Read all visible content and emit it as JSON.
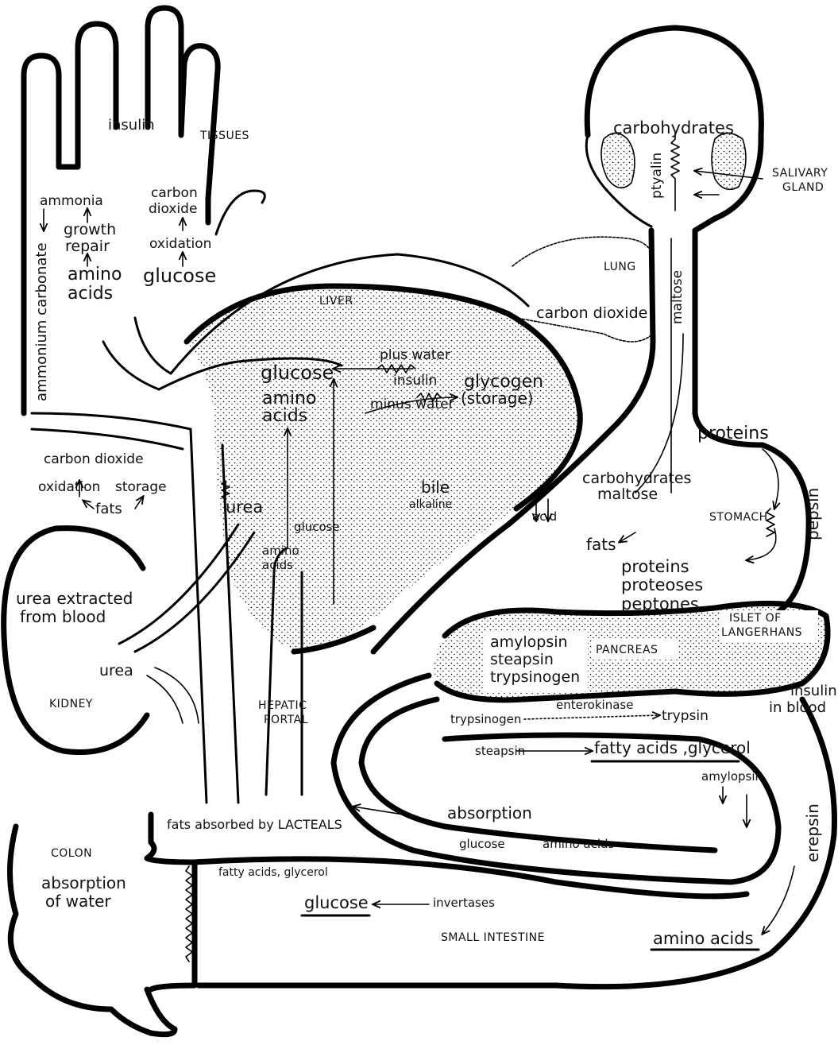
{
  "hand": {
    "insulin": "insulin",
    "tissues": "TISSUES",
    "ammonia": "ammonia",
    "growth": "growth",
    "repair": "repair",
    "amino": "amino",
    "acids": "acids",
    "carbon": "carbon",
    "dioxide": "dioxide",
    "oxidation": "oxidation",
    "glucose": "glucose",
    "ammonium_carbonate": "ammonium carbonate"
  },
  "head": {
    "carbohydrates": "carbohydrates",
    "ptyalin": "ptyalin",
    "salivary": "SALIVARY",
    "gland": "GLAND",
    "maltose": "maltose"
  },
  "lung": {
    "label": "LUNG",
    "carbon_dioxide": "carbon dioxide"
  },
  "liver": {
    "label": "LIVER",
    "plus_water": "plus water",
    "insulin": "insulin",
    "minus_water": "minus water",
    "glucose": "glucose",
    "glycogen": "glycogen",
    "storage": "(storage)",
    "amino": "amino",
    "acids": "acids",
    "urea": "urea",
    "bile": "bile",
    "alkaline": "alkaline",
    "glucose_small": "glucose",
    "amino_small": "amino",
    "acids_small": "acids"
  },
  "fat_tissue": {
    "carbon_dioxide": "carbon dioxide",
    "oxidation": "oxidation",
    "storage": "storage",
    "fats": "fats"
  },
  "kidney": {
    "urea_extracted": "urea extracted",
    "from_blood": "from blood",
    "urea": "urea",
    "label": "KIDNEY"
  },
  "portal": {
    "hepatic": "HEPATIC",
    "portal": "PORTAL"
  },
  "stomach": {
    "proteins": "proteins",
    "carbohydrates": "carbohydrates",
    "maltose": "maltose",
    "acid": "acid",
    "fats": "fats",
    "label": "STOMACH",
    "pepsin": "pepsin",
    "proteins2": "proteins",
    "proteoses": "proteoses",
    "peptones": "peptones"
  },
  "pancreas": {
    "islet": "ISLET OF",
    "langerhans": "LANGERHANS",
    "label": "PANCREAS",
    "amylopsin": "amylopsin",
    "steapsin": "steapsin",
    "trypsinogen": "trypsinogen",
    "insulin": "insulin",
    "in_blood": "in blood"
  },
  "intestine": {
    "enterokinase": "enterokinase",
    "trypsinogen": "trypsinogen",
    "trypsin": "trypsin",
    "steapsin": "steapsin",
    "fatty_acids_glycerol": "fatty acids ,glycerol",
    "amylopsin": "amylopsin",
    "absorption": "absorption",
    "erepsin": "erepsin",
    "glucose_small": "glucose",
    "amino_acids_small": "amino acids",
    "fats_absorbed": "fats absorbed by LACTEALS",
    "fatty_acids_glycerol2": "fatty acids, glycerol",
    "glucose": "glucose",
    "invertases": "invertases",
    "small_intestine": "SMALL  INTESTINE",
    "amino_acids": "amino acids"
  },
  "colon": {
    "label": "COLON",
    "absorption": "absorption",
    "of_water": "of  water"
  }
}
